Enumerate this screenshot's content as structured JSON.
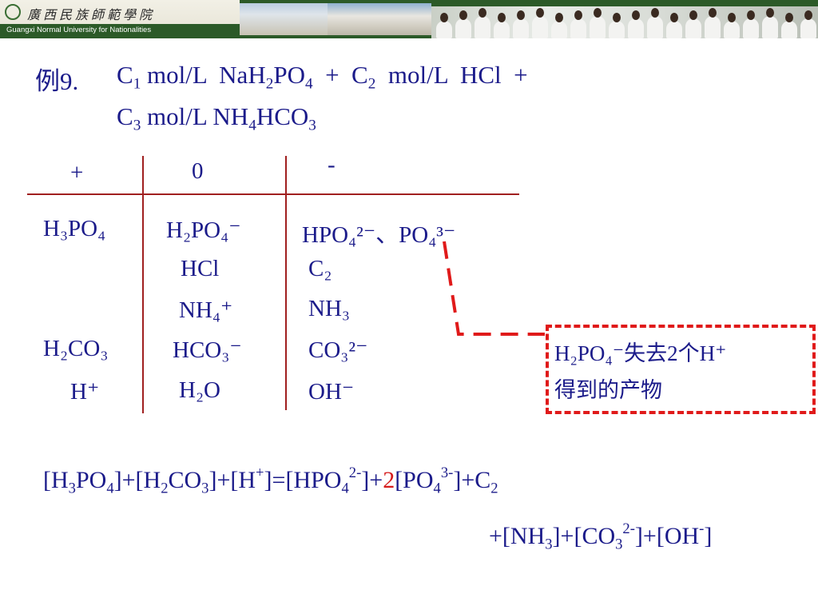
{
  "banner": {
    "school_name_cn": "廣西民族師範學院",
    "school_name_en": "Guangxi Normal University for Nationalities"
  },
  "title": {
    "number": "例9.",
    "line1": [
      "C",
      "1",
      " mol/L  NaH",
      "2",
      "PO",
      "4",
      "  +  C",
      "2",
      "  mol/L  HCl  +"
    ],
    "line2": [
      "C",
      "3",
      " mol/L NH",
      "4",
      "HCO",
      "3"
    ]
  },
  "table": {
    "headers": [
      "+",
      "0",
      "-"
    ],
    "rows": [
      {
        "pos": "H₃PO₄",
        "zero": "H₂PO₄⁻",
        "neg": "HPO₄²⁻、PO₄³⁻"
      },
      {
        "pos": "",
        "zero": "HCl",
        "neg": "C₂"
      },
      {
        "pos": "",
        "zero": "NH₄⁺",
        "neg": "NH₃"
      },
      {
        "pos": "H₂CO₃",
        "zero": "HCO₃⁻",
        "neg": "CO₃²⁻"
      },
      {
        "pos": "H⁺",
        "zero": "H₂O",
        "neg": "OH⁻"
      }
    ]
  },
  "callout": {
    "line1": "H₂PO₄⁻失去2个H⁺",
    "line2": "得到的产物",
    "border_color": "#e01a1a"
  },
  "equation": {
    "line1": "[H₃PO₄]+[H₂CO₃]+[H⁺]=[HPO₄²⁻]+2[PO₄³⁻]+C₂",
    "coefficient": "2",
    "line2": "+[NH₃]+[CO₃²⁻]+[OH⁻]"
  },
  "colors": {
    "text": "#1b1b8a",
    "accent_red": "#d61c1c",
    "table_lines": "#a01f1f",
    "banner": "#2c5a28"
  }
}
